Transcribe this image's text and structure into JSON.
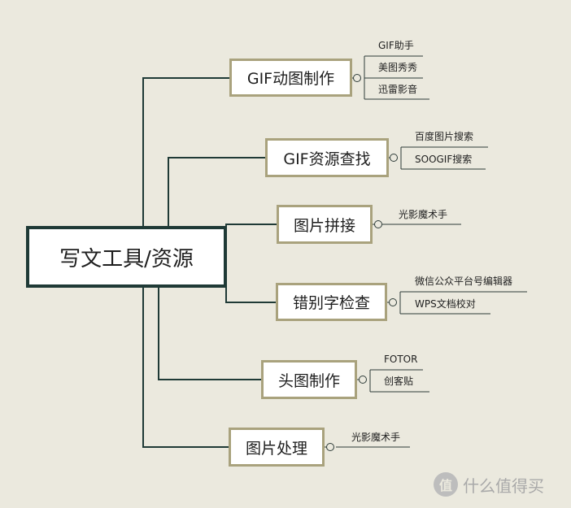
{
  "root": {
    "label": "写文工具/资源"
  },
  "branches": [
    {
      "label": "GIF动图制作",
      "leaves": [
        "GIF助手",
        "美图秀秀",
        "迅雷影音"
      ]
    },
    {
      "label": "GIF资源查找",
      "leaves": [
        "百度图片搜索",
        "SOOGIF搜索"
      ]
    },
    {
      "label": "图片拼接",
      "leaves": [
        "光影魔术手"
      ]
    },
    {
      "label": "错别字检查",
      "leaves": [
        "微信公众平台号编辑器",
        "WPS文档校对"
      ]
    },
    {
      "label": "头图制作",
      "leaves": [
        "FOTOR",
        "创客贴"
      ]
    },
    {
      "label": "图片处理",
      "leaves": [
        "光影魔术手"
      ]
    }
  ],
  "watermark": {
    "icon_glyph": "值",
    "text": "什么值得买"
  },
  "colors": {
    "background": "#ebe9de",
    "connector": "#1f3a36",
    "branch_border": "#a9a27d"
  }
}
